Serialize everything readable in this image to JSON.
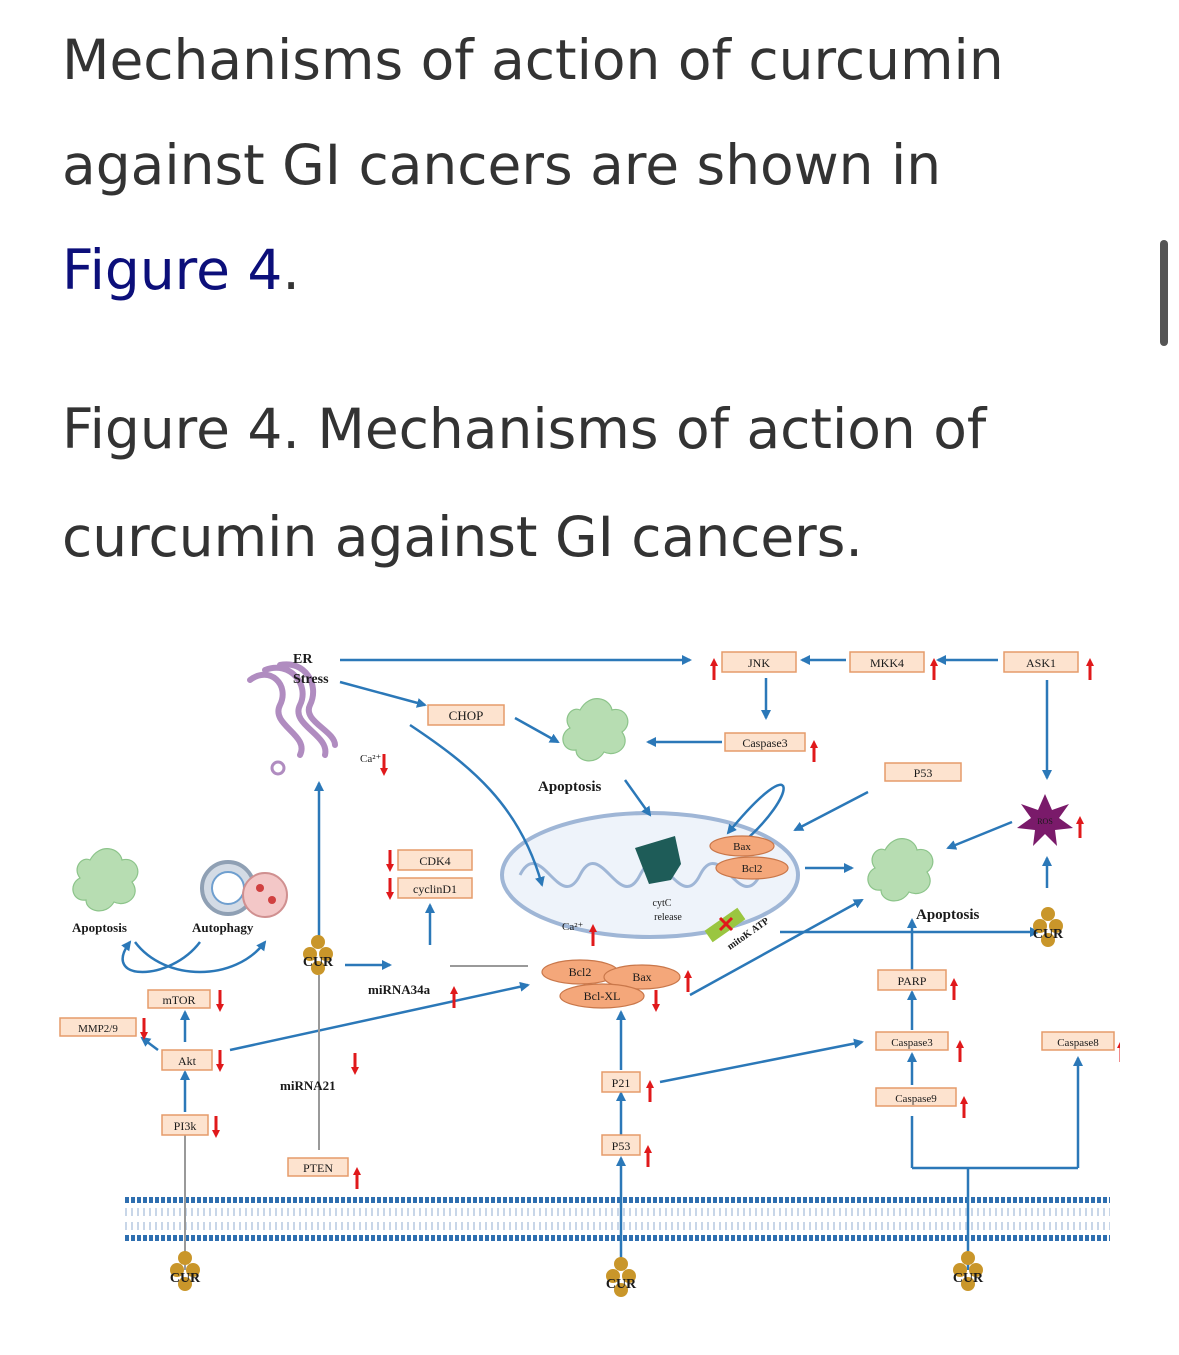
{
  "article": {
    "para_text": "Mechanisms of action of curcumin against GI cancers are shown in ",
    "figure_link": "Figure 4",
    "para_end": ".",
    "caption": "Figure 4. Mechanisms of action of curcumin against GI cancers."
  },
  "figure": {
    "er_stress": [
      "ER",
      "Stress"
    ],
    "chop": "CHOP",
    "jnk": "JNK",
    "mkk4": "MKK4",
    "ask1": "ASK1",
    "caspase3_top": "Caspase3",
    "p53_right": "P53",
    "apoptosis_center": "Apoptosis",
    "apoptosis_left": "Apoptosis",
    "autophagy": "Autophagy",
    "apoptosis_right": "Apoptosis",
    "ca2_top": "Ca²⁺",
    "ca2_mito": "Ca²⁺",
    "cdk4": "CDK4",
    "cyclind1": "cyclinD1",
    "bax_top": "Bax",
    "bcl2_top": "Bcl2",
    "cytc": [
      "cytC",
      "release"
    ],
    "mitok": "mitoK ATP",
    "ros": "ROS",
    "cur": "CUR",
    "mirna34a": "miRNA34a",
    "mirna21": "miRNA21",
    "pten": "PTEN",
    "mtor": "mTOR",
    "mmp29": "MMP2/9",
    "akt": "Akt",
    "pi3k": "PI3k",
    "bcl2_low": "Bcl2",
    "bax_low": "Bax",
    "bclxl": "Bcl-XL",
    "p21": "P21",
    "p53_low": "P53",
    "parp": "PARP",
    "caspase3_low": "Caspase3",
    "caspase9": "Caspase9",
    "caspase8": "Caspase8"
  },
  "colors": {
    "text": "#333333",
    "link": "#0c0f7a",
    "arrow": "#2b78b8",
    "up_down": "#e0191b",
    "box_fill": "#fde3cf",
    "box_stroke": "#e59b6a",
    "cur_ball": "#c9962a",
    "membrane": "#2f6fb0",
    "ros": "#7a1a6a"
  }
}
